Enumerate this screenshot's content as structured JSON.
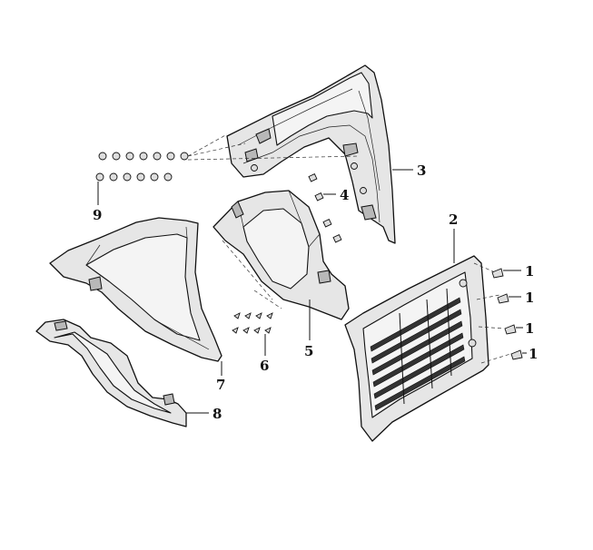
{
  "callouts": {
    "c1a": "1",
    "c1b": "1",
    "c1c": "1",
    "c1d": "1",
    "c2": "2",
    "c3": "3",
    "c4": "4",
    "c5": "5",
    "c6": "6",
    "c7": "7",
    "c8": "8",
    "c9": "9"
  }
}
